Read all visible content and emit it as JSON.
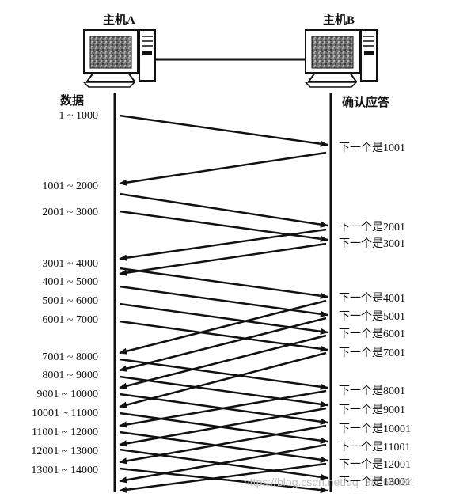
{
  "host_a": {
    "label": "主机A"
  },
  "host_b": {
    "label": "主机B"
  },
  "data_header": "数据",
  "ack_header": "确认应答",
  "data_segments": [
    "1 ~ 1000",
    "1001 ~ 2000",
    "2001 ~ 3000",
    "3001 ~ 4000",
    "4001 ~ 5000",
    "5001 ~ 6000",
    "6001 ~ 7000",
    "7001 ~ 8000",
    "8001 ~ 9000",
    "9001 ~ 10000",
    "10001 ~ 11000",
    "11001 ~ 12000",
    "12001 ~ 13000",
    "13001 ~ 14000"
  ],
  "acks": [
    "下一个是1001",
    "下一个是2001",
    "下一个是3001",
    "下一个是4001",
    "下一个是5001",
    "下一个是6001",
    "下一个是7001",
    "下一个是8001",
    "下一个是9001",
    "下一个是10001",
    "下一个是11001",
    "下一个是12001",
    "下一个是13001"
  ],
  "watermark": "https://blog.csdn.net/qq_38266484",
  "colors": {
    "line": "#111111",
    "screen": "#6a6a6a",
    "watermark": "#bdbdbd"
  }
}
